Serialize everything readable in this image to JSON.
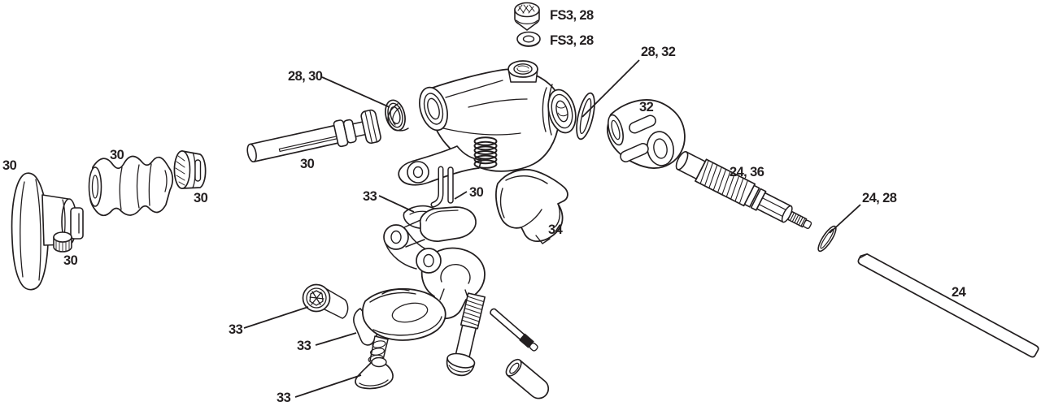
{
  "diagram": {
    "kind": "exploded-parts-diagram",
    "subject": "brake lever assembly",
    "background_color": "#ffffff",
    "line_color": "#231f20"
  },
  "labels": [
    {
      "part": "bleed-screw",
      "text": "FS3, 28"
    },
    {
      "part": "bleed-washer",
      "text": "FS3, 28"
    },
    {
      "part": "piston-seal",
      "text": "28, 30"
    },
    {
      "part": "outlet-o-ring",
      "text": "28, 32"
    },
    {
      "part": "barrel-boot",
      "text": "32"
    },
    {
      "part": "reach-knob",
      "text": "30"
    },
    {
      "part": "bellows-boot",
      "text": "30"
    },
    {
      "part": "knurled-cap",
      "text": "30"
    },
    {
      "part": "piston-assembly",
      "text": "30"
    },
    {
      "part": "set-screw",
      "text": "30"
    },
    {
      "part": "retaining-pin",
      "text": "30"
    },
    {
      "part": "cam-blade",
      "text": "33"
    },
    {
      "part": "clamp-shell",
      "text": "34"
    },
    {
      "part": "barrel-adjuster",
      "text": "24, 36"
    },
    {
      "part": "hose-o-ring",
      "text": "24, 28"
    },
    {
      "part": "hose",
      "text": "24"
    },
    {
      "part": "torx-screw",
      "text": "33"
    },
    {
      "part": "lever-blade",
      "text": "33"
    },
    {
      "part": "blade-foot",
      "text": "33"
    }
  ]
}
